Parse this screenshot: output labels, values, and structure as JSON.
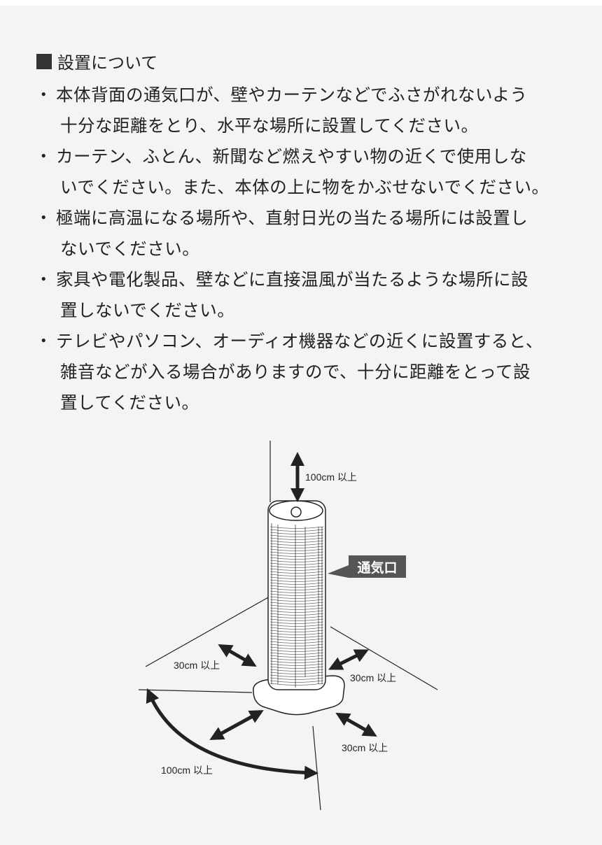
{
  "heading": "設置について",
  "items": [
    {
      "lines": [
        "本体背面の通気口が、壁やカーテンなどでふさがれないよう",
        "十分な距離をとり、水平な場所に設置してください。"
      ]
    },
    {
      "lines": [
        "カーテン、ふとん、新聞など燃えやすい物の近くで使用しな",
        "いでください。また、本体の上に物をかぶせないでください。"
      ]
    },
    {
      "lines": [
        "極端に高温になる場所や、直射日光の当たる場所には設置し",
        "ないでください。"
      ]
    },
    {
      "lines": [
        "家具や電化製品、壁などに直接温風が当たるような場所に設",
        "置しないでください。"
      ]
    },
    {
      "lines": [
        "テレビやパソコン、オーディオ機器などの近くに設置すると、",
        "雑音などが入る場合がありますので、十分に距離をとって設",
        "置してください。"
      ]
    }
  ],
  "bullet": "・",
  "diagram": {
    "top_clearance": "100cm 以上",
    "left_clearance": "30cm 以上",
    "right_clearance": "30cm 以上",
    "front_clearance": "30cm 以上",
    "arc_clearance": "100cm 以上",
    "vent_label": "通気口"
  }
}
